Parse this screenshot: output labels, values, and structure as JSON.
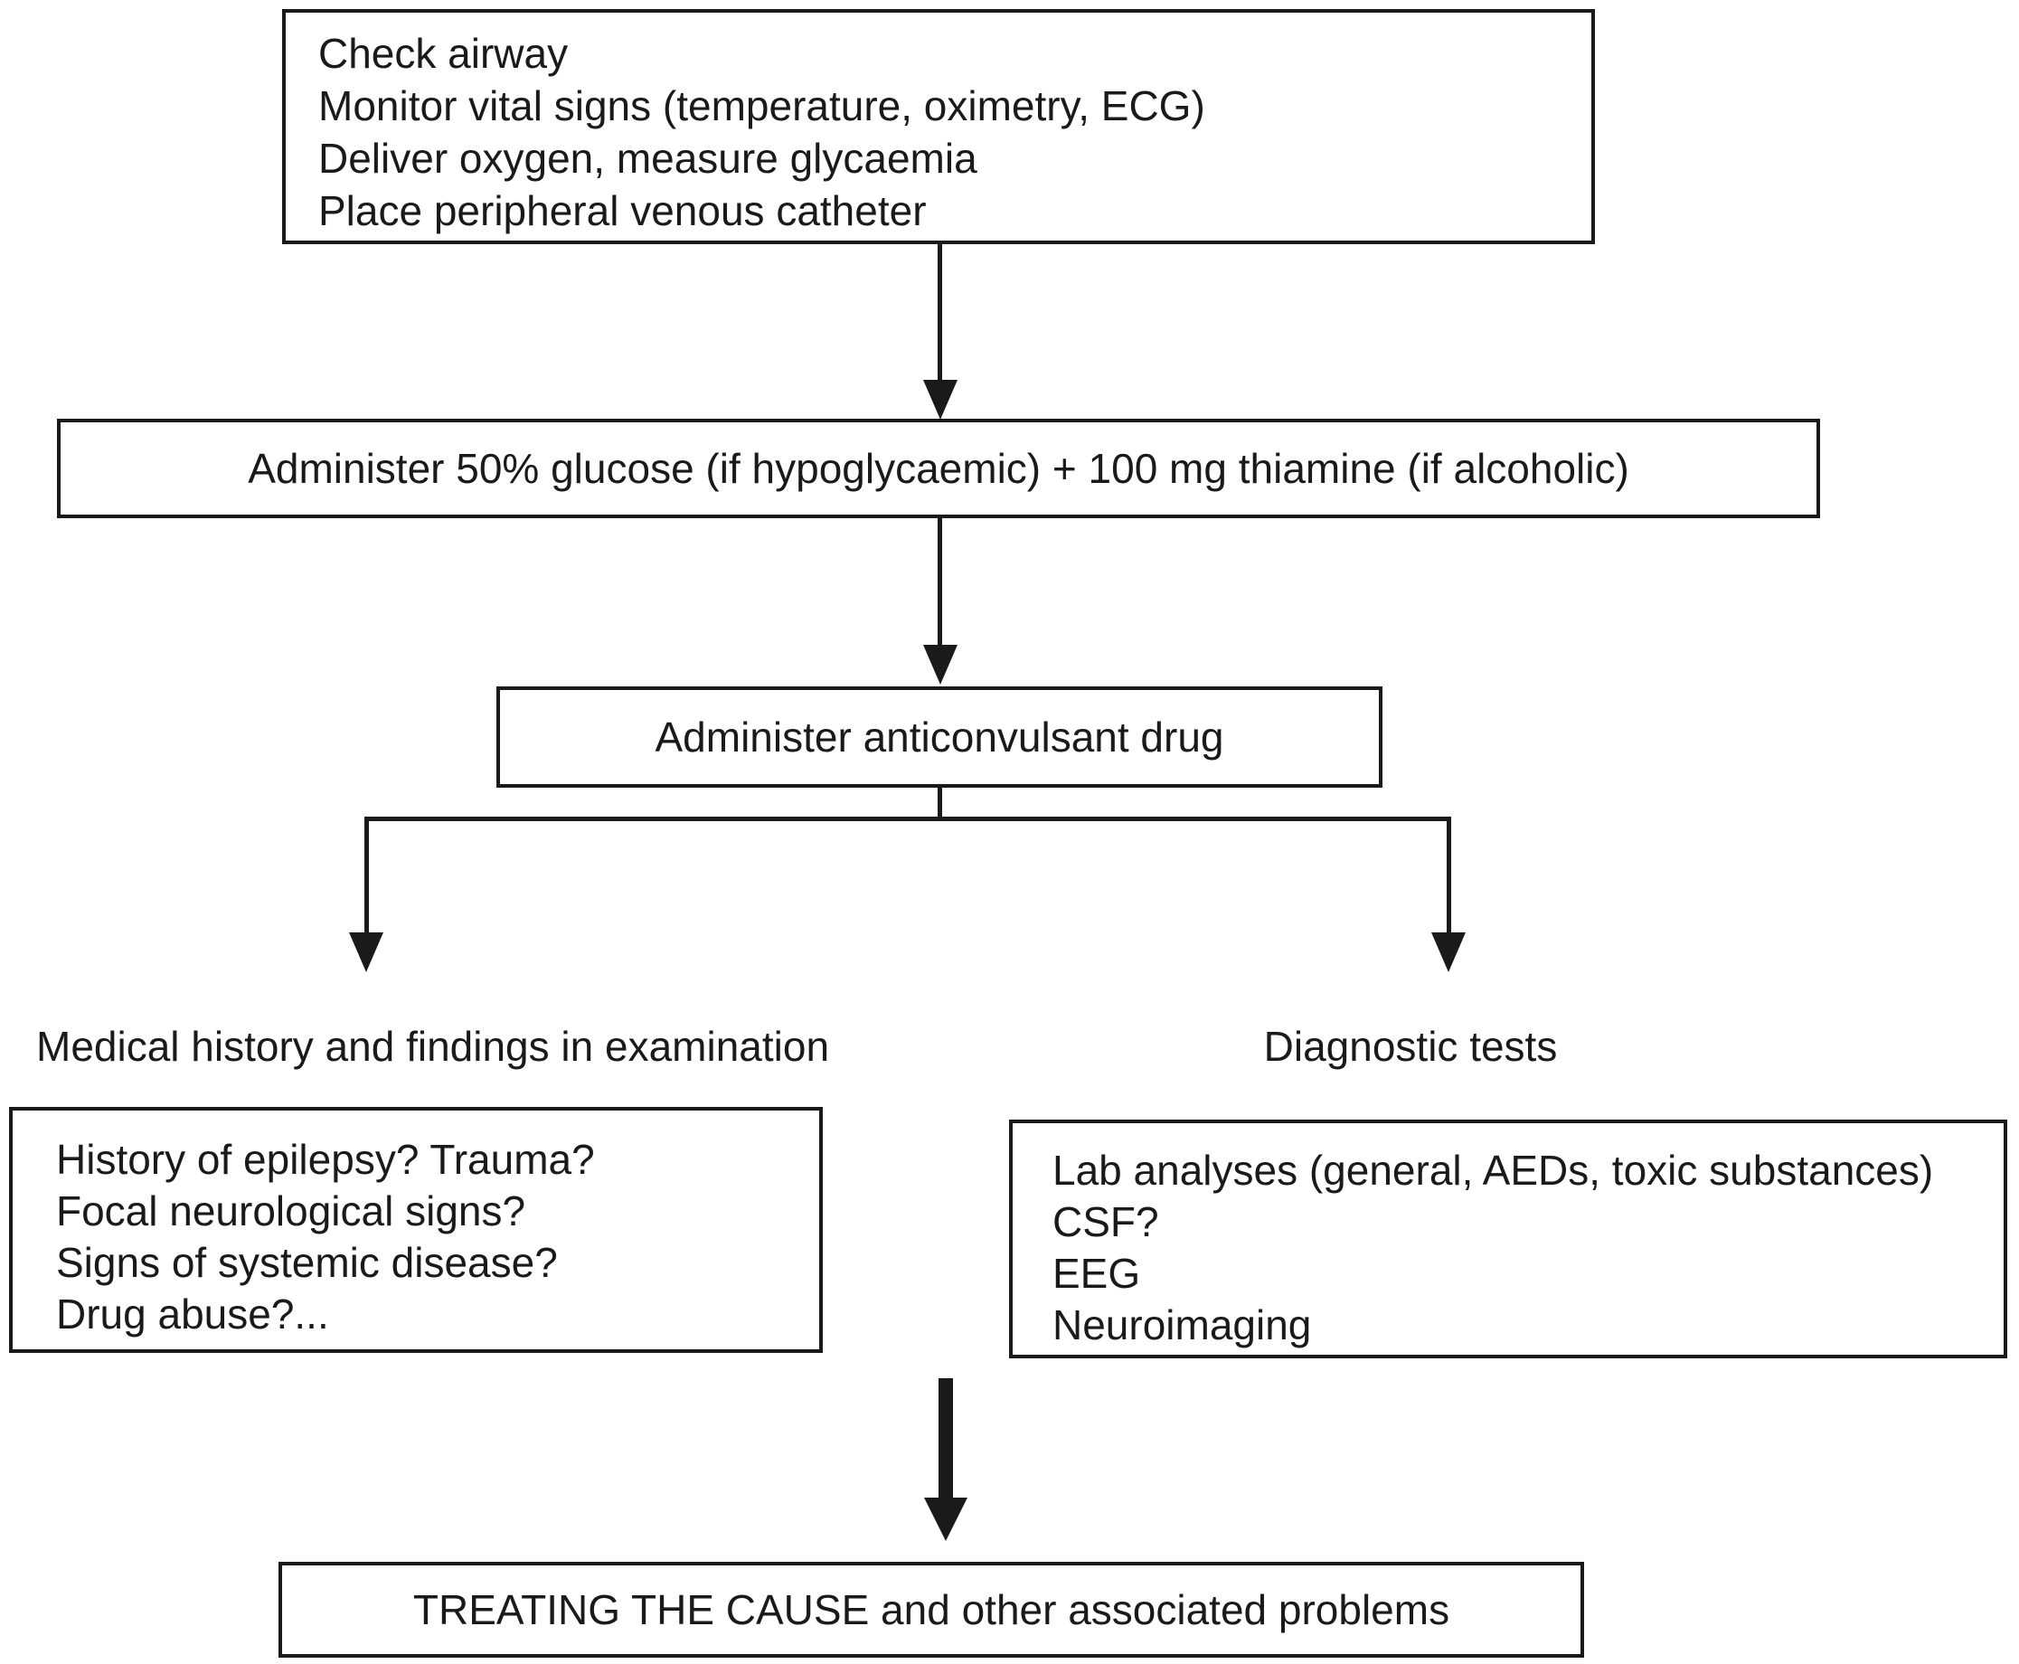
{
  "figure": {
    "background_color": "#ffffff",
    "ink_color": "#1a1a1a",
    "boxes": {
      "initial_measures": {
        "lines": [
          "Check airway",
          "Monitor vital signs (temperature, oximetry, ECG)",
          "Deliver oxygen, measure glycaemia",
          "Place peripheral venous catheter"
        ]
      },
      "glucose_thiamine": {
        "text": "Administer 50% glucose (if hypoglycaemic) + 100 mg thiamine (if alcoholic)"
      },
      "anticonvulsant": {
        "text": "Administer anticonvulsant drug"
      },
      "history_findings": {
        "lines": [
          "History of epilepsy? Trauma?",
          "Focal neurological signs?",
          "Signs of systemic disease?",
          "Drug abuse?..."
        ]
      },
      "diagnostic_tests": {
        "lines": [
          "Lab analyses (general, AEDs, toxic substances)",
          "CSF?",
          "EEG",
          "Neuroimaging"
        ]
      },
      "treating_cause": {
        "text": "TREATING THE CAUSE and other associated problems"
      }
    },
    "branch_labels": {
      "left": "Medical history and findings in examination",
      "right": "Diagnostic tests"
    }
  }
}
